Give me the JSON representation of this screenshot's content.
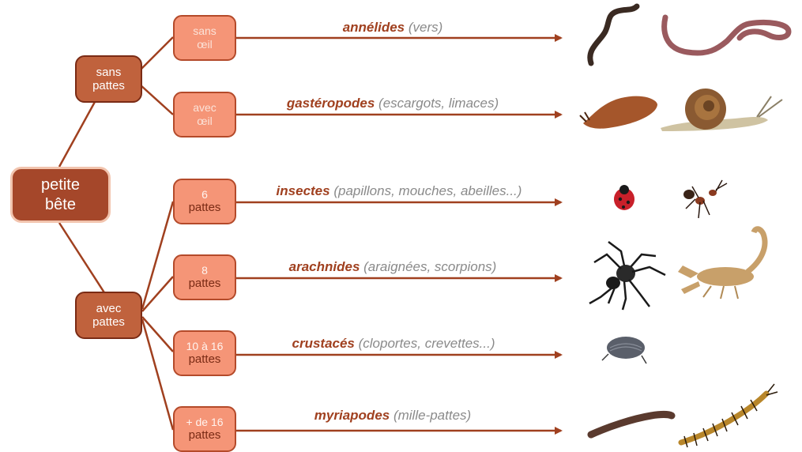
{
  "root": {
    "line1": "petite",
    "line2": "bête"
  },
  "groups": {
    "sans": {
      "line1": "sans",
      "line2": "pattes"
    },
    "avec": {
      "line1": "avec",
      "line2": "pattes"
    }
  },
  "leaves": [
    {
      "line1": "sans",
      "line2": "œil"
    },
    {
      "line1": "avec",
      "line2": "œil"
    },
    {
      "line1": "6",
      "line2": "pattes"
    },
    {
      "line1": "8",
      "line2": "pattes"
    },
    {
      "line1": "10 à 16",
      "line2": "pattes"
    },
    {
      "line1": "+ de 16",
      "line2": "pattes"
    }
  ],
  "classes": [
    {
      "name": "annélides",
      "examples": " (vers)",
      "pictures": [
        "earthworm-short",
        "earthworm-long"
      ]
    },
    {
      "name": "gastéropodes",
      "examples": " (escargots, limaces)",
      "pictures": [
        "slug",
        "snail"
      ]
    },
    {
      "name": "insectes",
      "examples": " (papillons, mouches, abeilles...)",
      "pictures": [
        "ladybug",
        "ant"
      ]
    },
    {
      "name": "arachnides",
      "examples": " (araignées, scorpions)",
      "pictures": [
        "spider",
        "scorpion"
      ]
    },
    {
      "name": "crustacés",
      "examples": " (cloportes, crevettes...)",
      "pictures": [
        "woodlouse"
      ]
    },
    {
      "name": "myriapodes",
      "examples": " (mille-pattes)",
      "pictures": [
        "millipede",
        "centipede"
      ]
    }
  ],
  "colors": {
    "arrow": "#a0401f",
    "root": "#a5472a",
    "group": "#c0623d",
    "leaf": "#f59577"
  }
}
